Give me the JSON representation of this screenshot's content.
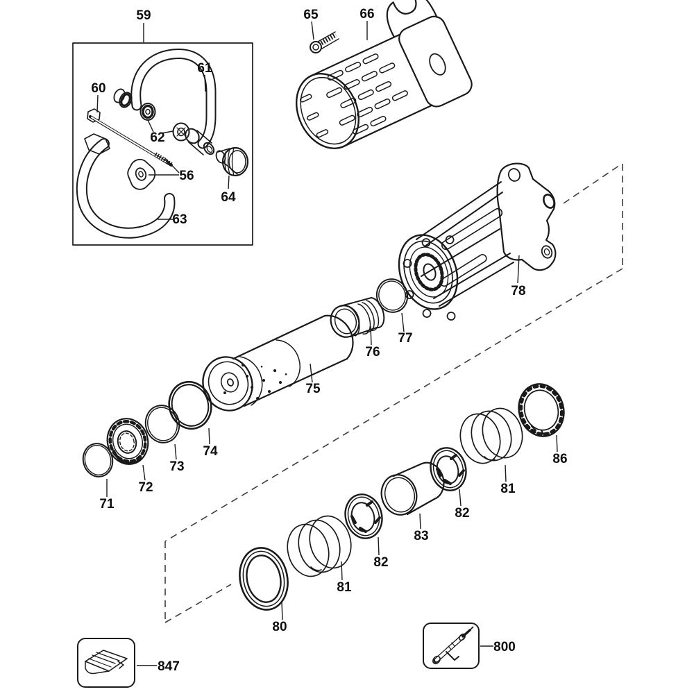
{
  "meta": {
    "kind": "exploded-parts-diagram",
    "background_color": "#ffffff",
    "ink_color": "#1a1a1a"
  },
  "callouts": {
    "c56": "56",
    "c59": "59",
    "c60": "60",
    "c61": "61",
    "c62": "62",
    "c63": "63",
    "c64": "64",
    "c65": "65",
    "c66": "66",
    "c71": "71",
    "c72": "72",
    "c73": "73",
    "c74": "74",
    "c75": "75",
    "c76": "76",
    "c77": "77",
    "c78": "78",
    "c80": "80",
    "c81_lower": "81",
    "c81_upper": "81",
    "c82_lower": "82",
    "c82_upper": "82",
    "c83": "83",
    "c86": "86",
    "c800": "800",
    "c847": "847"
  },
  "icons": {
    "box_800": "die-grinder-tool-icon",
    "box_847": "mounting-bracket-icon"
  }
}
